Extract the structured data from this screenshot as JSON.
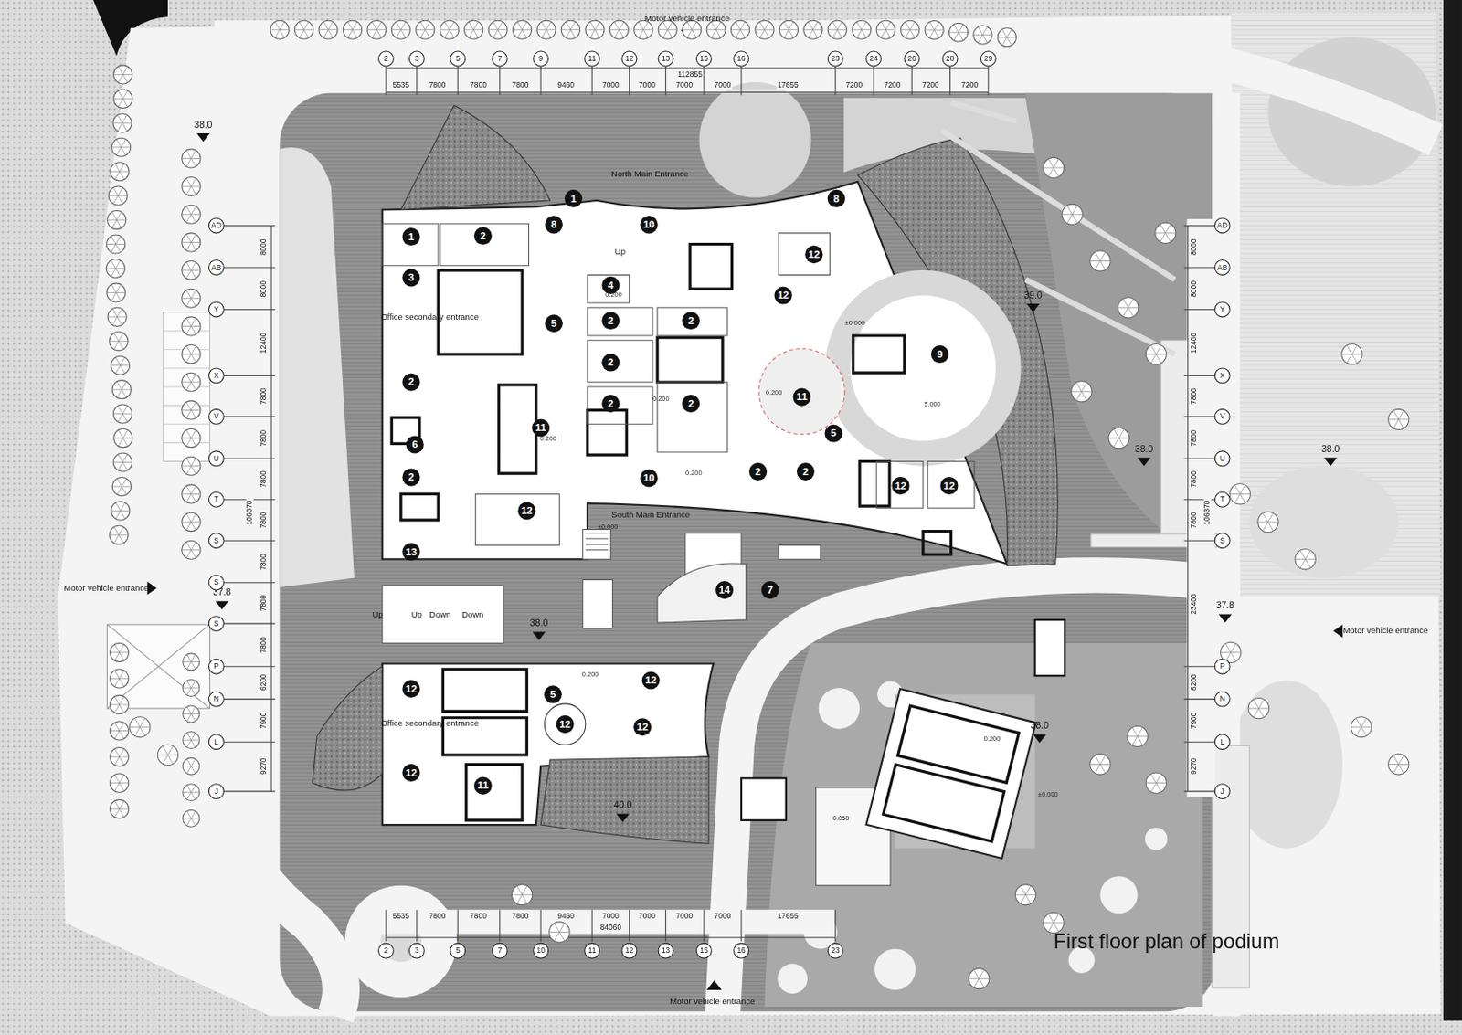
{
  "diagram": {
    "title": "First floor plan of podium",
    "labels": [
      "1",
      "2",
      "1",
      "8",
      "10",
      "8",
      "12",
      "3",
      "4",
      "12",
      "5",
      "2",
      "2",
      "9",
      "2",
      "2",
      "11",
      "2",
      "2",
      "11",
      "5",
      "6",
      "2",
      "10",
      "2",
      "2",
      "12",
      "12",
      "12",
      "13",
      "14",
      "7",
      "12",
      "12",
      "5",
      "12",
      "12",
      "12",
      "11",
      "Motor vehicle entrance",
      "North Main Entrance",
      "Up",
      "Office secondary entrance",
      "South Main Entrance",
      "Motor vehicle entrance",
      "Up",
      "Up",
      "Down",
      "Down",
      "Motor vehicle entrance",
      "Office secondary entrance",
      "Motor vehicle entrance",
      "±0.000",
      "0.200",
      "0.200",
      "0.200",
      "0.200",
      "0.200",
      "±0.000",
      "5.000",
      "0.200",
      "0.200",
      "±0.000",
      "0.050",
      "38.0",
      "39.0",
      "38.0",
      "38.0",
      "37.8",
      "37.8",
      "38.0",
      "38.0",
      "40.0",
      "2",
      "3",
      "5",
      "7",
      "9",
      "11",
      "12",
      "13",
      "15",
      "16",
      "23",
      "24",
      "26",
      "28",
      "29",
      "112855",
      "5535",
      "7800",
      "7800",
      "7800",
      "9460",
      "7000",
      "7000",
      "7000",
      "7000",
      "17655",
      "7200",
      "7200",
      "7200",
      "7200",
      "2",
      "3",
      "5",
      "7",
      "10",
      "11",
      "12",
      "13",
      "15",
      "16",
      "23",
      "84060",
      "5535",
      "7800",
      "7800",
      "7800",
      "9460",
      "7000",
      "7000",
      "7000",
      "7000",
      "17655",
      "AD",
      "AB",
      "Y",
      "X",
      "V",
      "U",
      "T",
      "S",
      "S",
      "S",
      "P",
      "N",
      "L",
      "J",
      "106370",
      "8000",
      "8000",
      "12400",
      "7800",
      "7800",
      "7800",
      "7800",
      "7800",
      "7800",
      "7800",
      "6200",
      "7900",
      "9270",
      "AD",
      "AB",
      "Y",
      "X",
      "V",
      "U",
      "T",
      "S",
      "P",
      "N",
      "L",
      "J",
      "106370",
      "8000",
      "8000",
      "12400",
      "7800",
      "7800",
      "7800",
      "7800",
      "23400",
      "6200",
      "7900",
      "9270"
    ]
  }
}
